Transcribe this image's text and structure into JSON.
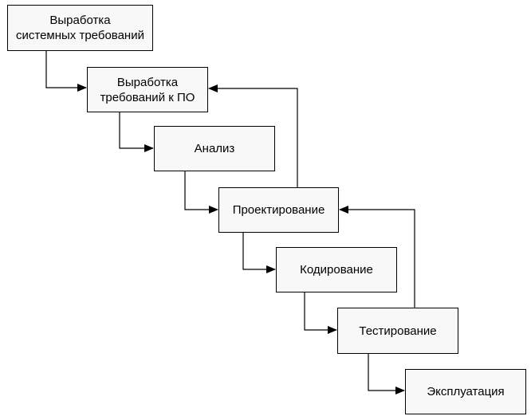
{
  "stages": [
    {
      "id": "b1",
      "label": "Выработка\nсистемных требований"
    },
    {
      "id": "b2",
      "label": "Выработка\nтребований к ПО"
    },
    {
      "id": "b3",
      "label": "Анализ"
    },
    {
      "id": "b4",
      "label": "Проектирование"
    },
    {
      "id": "b5",
      "label": "Кодирование"
    },
    {
      "id": "b6",
      "label": "Тестирование"
    },
    {
      "id": "b7",
      "label": "Эксплуатация"
    }
  ],
  "colors": {
    "box_fill": "#f8f8f8",
    "line": "#000000"
  }
}
